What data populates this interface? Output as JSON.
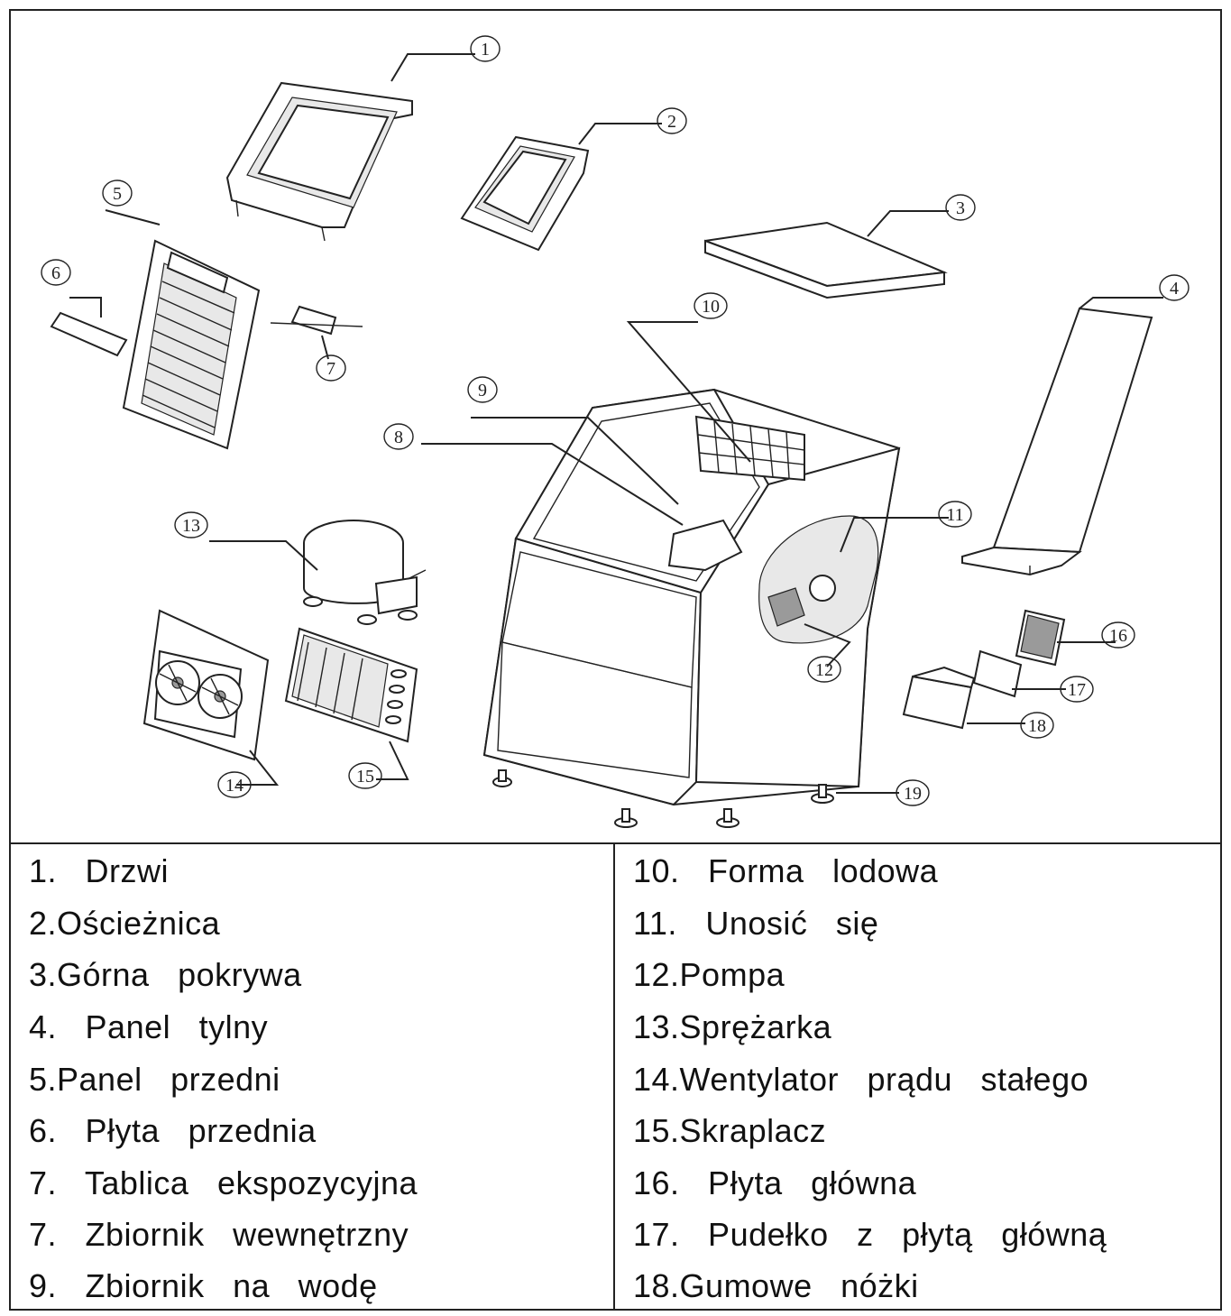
{
  "callouts": [
    "1",
    "2",
    "3",
    "4",
    "5",
    "6",
    "7",
    "8",
    "9",
    "10",
    "11",
    "12",
    "13",
    "14",
    "15",
    "16",
    "17",
    "18",
    "19"
  ],
  "legend": {
    "left": [
      "1.   Drzwi",
      "2.Ościeżnica",
      "3.Górna   pokrywa",
      "4.   Panel   tylny",
      "5.Panel   przedni",
      "6.   Płyta   przednia",
      "7.   Tablica   ekspozycyjna",
      "7.   Zbiornik   wewnętrzny",
      "9.   Zbiornik   na   wodę"
    ],
    "right": [
      "10.   Forma   lodowa",
      "11.   Unosić   się",
      "12.Pompa",
      "13.Sprężarka",
      "14.Wentylator   prądu   stałego",
      "15.Skraplacz",
      "16.   Płyta   główna",
      "17.   Pudełko   z   płytą   główną",
      "18.Gumowe   nóżki"
    ]
  }
}
